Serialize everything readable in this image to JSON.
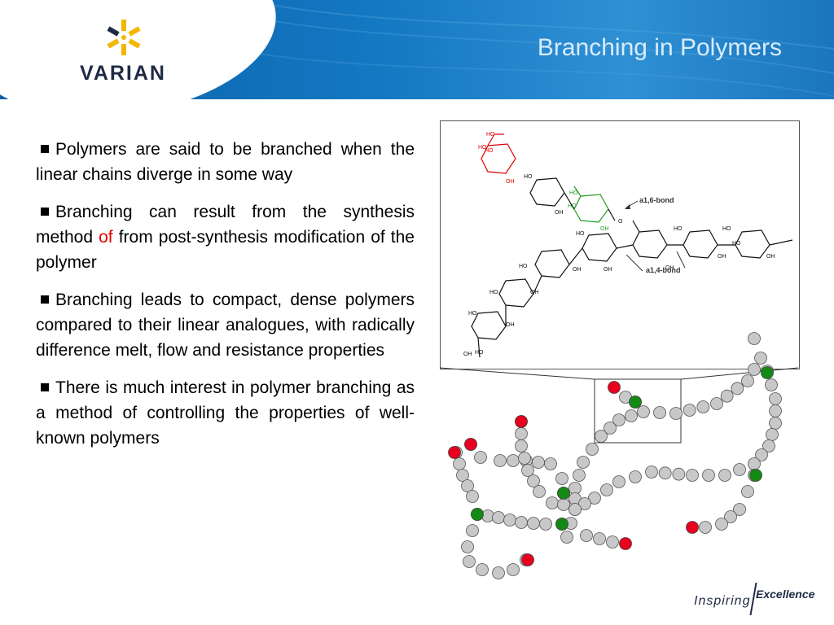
{
  "header": {
    "brand": "VARIAN",
    "title": "Branching in Polymers"
  },
  "bullets": [
    {
      "text": "Polymers are said to be branched when the linear chains diverge in some way"
    },
    {
      "before": "Branching can result from the synthesis method ",
      "highlight": "of",
      "after": " from post-synthesis modification of the polymer"
    },
    {
      "text": "Branching leads to compact, dense polymers compared to their linear analogues, with radically difference melt, flow and resistance properties"
    },
    {
      "text": "There is much interest in polymer branching as a method of controlling the properties of well-known polymers"
    }
  ],
  "diagram": {
    "bond_16": "a1,6-bond",
    "bond_14": "a1,4-bond",
    "group_ho": "HO",
    "group_oh": "OH",
    "atom_o": "O"
  },
  "footer": {
    "inspiring": "Inspiring",
    "excellence": "Excellence"
  },
  "colors": {
    "header_blue": "#1478c2",
    "title": "#d7ecfb",
    "highlight": "#e00000",
    "bead_gray": "#c8c8c8",
    "bead_red": "#e8001c",
    "bead_green": "#138a13",
    "sugar_red": "#e00000",
    "sugar_green": "#20a020"
  }
}
